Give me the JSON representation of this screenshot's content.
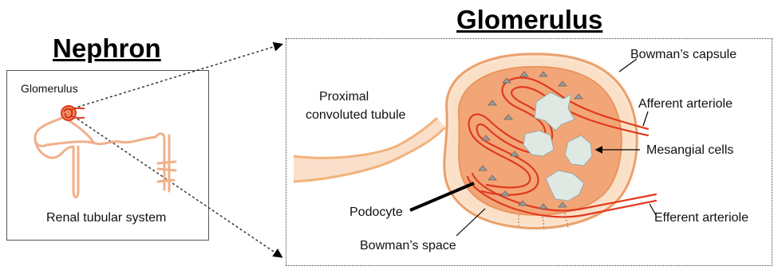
{
  "nephron": {
    "title": "Nephron",
    "glomerulus_label": "Glomerulus",
    "renal_label": "Renal tubular system"
  },
  "glomerulus": {
    "title": "Glomerulus",
    "labels": {
      "bowmans_capsule": "Bowman’s capsule",
      "afferent": "Afferent arteriole",
      "mesangial": "Mesangial cells",
      "efferent": "Efferent  arteriole",
      "proximal_line1": "Proximal",
      "proximal_line2": "convoluted tubule",
      "podocyte": "Podocyte",
      "bowmans_space": "Bowman’s space"
    }
  },
  "colors": {
    "glomerulus_fill": "#f0a878",
    "capsule_glow": "#f9d2ae",
    "capillary": "#e03a1e",
    "mesangial_fill": "#dfe8e3",
    "podocyte_fill": "#9b9b9b"
  }
}
